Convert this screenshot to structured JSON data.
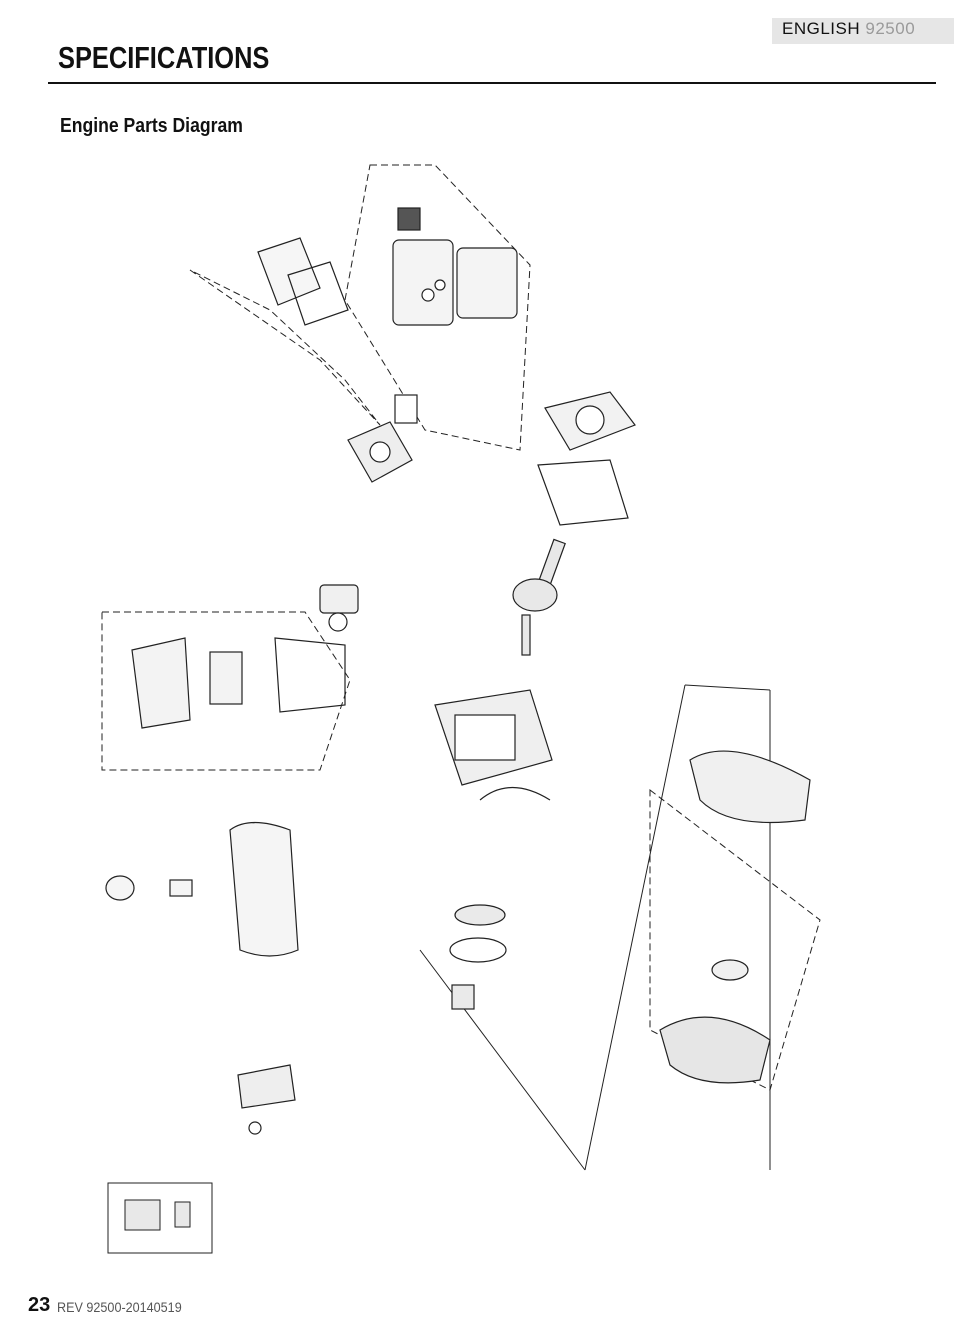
{
  "header": {
    "language": "ENGLISH",
    "model": "92500"
  },
  "page": {
    "title": "SPECIFICATIONS",
    "section_title": "Engine Parts Diagram"
  },
  "footer": {
    "page_number": "23",
    "revision": "REV 92500-20140519"
  }
}
